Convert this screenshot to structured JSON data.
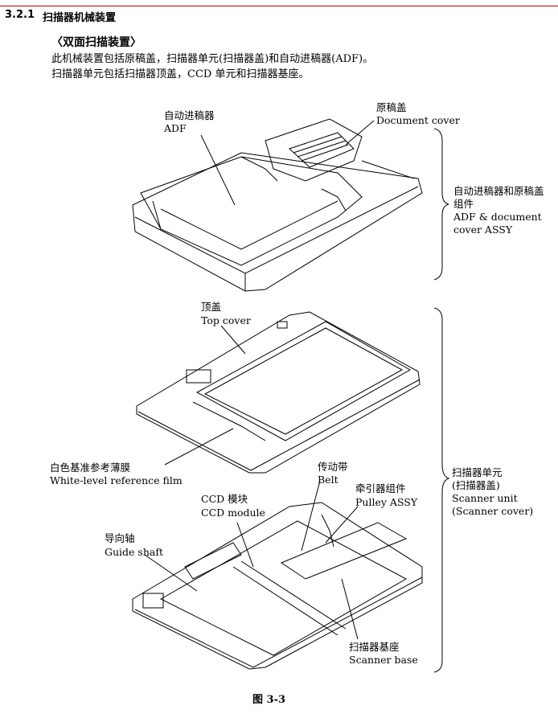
{
  "section": {
    "number": "3.2.1",
    "title": "扫描器机械装置"
  },
  "subheading": "〈双面扫描装置〉",
  "paragraphs": [
    "此机械装置包括原稿盖，扫描器单元(扫描器盖)和自动进稿器(ADF)。",
    "扫描器单元包括扫描器顶盖，CCD 单元和扫描器基座。"
  ],
  "labels": {
    "adf_cn": "自动进稿器",
    "adf_en": "ADF",
    "doc_cover_cn": "原稿盖",
    "doc_cover_en": "Document cover",
    "adf_assy_cn1": "自动进稿器和原稿盖",
    "adf_assy_cn2": "组件",
    "adf_assy_en1": "ADF & document",
    "adf_assy_en2": "cover ASSY",
    "top_cover_cn": "顶盖",
    "top_cover_en": "Top cover",
    "white_film_cn": "白色基准参考薄膜",
    "white_film_en": "White-level reference film",
    "belt_cn": "传动带",
    "belt_en": "Belt",
    "ccd_cn": "CCD 模块",
    "ccd_en": "CCD module",
    "pulley_cn": "牵引器组件",
    "pulley_en": "Pulley ASSY",
    "guide_cn": "导向轴",
    "guide_en": "Guide shaft",
    "scanner_unit_cn1": "扫描器单元",
    "scanner_unit_cn2": "(扫描器盖)",
    "scanner_unit_en1": "Scanner unit",
    "scanner_unit_en2": "(Scanner cover)",
    "scanner_base_cn": "扫描器基座",
    "scanner_base_en": "Scanner base"
  },
  "figure_caption": "图 3-3"
}
